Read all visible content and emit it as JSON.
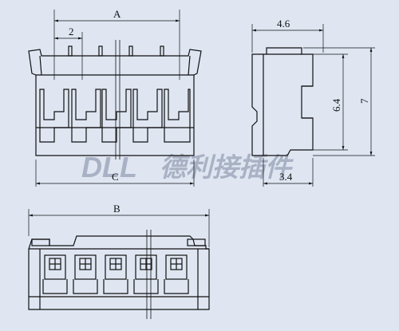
{
  "diagram": {
    "front_view": {
      "dim_A": "A",
      "dim_pitch": "2",
      "dim_C": "C"
    },
    "side_view": {
      "dim_width": "4.6",
      "dim_inner_height": "6.4",
      "dim_total_height": "7",
      "dim_base": "3.4"
    },
    "top_view": {
      "dim_B": "B",
      "positions_shown": 5
    },
    "watermark": {
      "brand": "DLL",
      "name_cn": "德利接插件"
    },
    "colors": {
      "background": "#dfe6f2",
      "line": "#111111",
      "watermark": "#a9b2c4"
    }
  }
}
